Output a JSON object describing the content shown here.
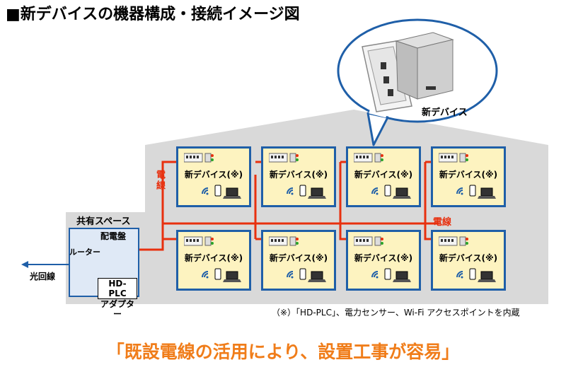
{
  "title": "■新デバイスの機器構成・接続イメージ図",
  "unit_label": "新デバイス(※)",
  "units": [
    {
      "label": "新デバイス(※)"
    },
    {
      "label": "新デバイス(※)"
    },
    {
      "label": "新デバイス(※)"
    },
    {
      "label": "新デバイス(※)"
    },
    {
      "label": "新デバイス(※)"
    },
    {
      "label": "新デバイス(※)"
    },
    {
      "label": "新デバイス(※)"
    },
    {
      "label": "新デバイス(※)"
    }
  ],
  "wire_label_vertical": "電線",
  "wire_label_right": "電線",
  "shared_space": "共有スペース",
  "distribution_board": "配電盤",
  "router": "ルーター",
  "plc_adapter_line1": "HD-PLC",
  "plc_adapter_line2": "アダプター",
  "fiber_line": "光回線",
  "bubble_device": "新デバイス",
  "footnote": "（※）「HD-PLC」、電力センサー、Wi-Fi アクセスポイントを内蔵",
  "slogan": "「既設電線の活用により、設置工事が容易」",
  "colors": {
    "wire": "#e8300e",
    "unit_border": "#1f5fa8",
    "unit_fill": "#fdf3c0",
    "building": "#d9d9d9",
    "bubble": "#1f5fa8",
    "slogan": "#f07d1a"
  }
}
